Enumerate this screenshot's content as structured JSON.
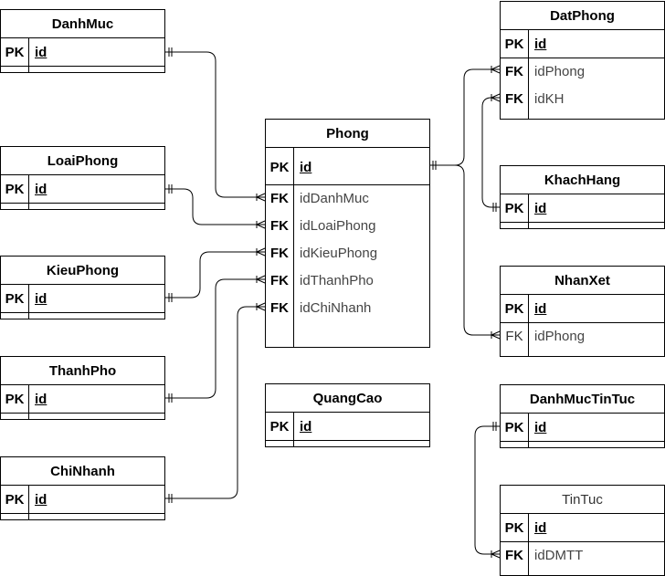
{
  "entities": {
    "danhmuc": {
      "title": "DanhMuc",
      "pk": "PK",
      "id": "id"
    },
    "loaiphong": {
      "title": "LoaiPhong",
      "pk": "PK",
      "id": "id"
    },
    "kieuphong": {
      "title": "KieuPhong",
      "pk": "PK",
      "id": "id"
    },
    "thanhpho": {
      "title": "ThanhPho",
      "pk": "PK",
      "id": "id"
    },
    "chinhanh": {
      "title": "ChiNhanh",
      "pk": "PK",
      "id": "id"
    },
    "phong": {
      "title": "Phong",
      "pk": "PK",
      "id": "id",
      "fk": "FK",
      "fields": [
        "idDanhMuc",
        "idLoaiPhong",
        "idKieuPhong",
        "idThanhPho",
        "idChiNhanh"
      ]
    },
    "quangcao": {
      "title": "QuangCao",
      "pk": "PK",
      "id": "id"
    },
    "datphong": {
      "title": "DatPhong",
      "pk": "PK",
      "id": "id",
      "fk": "FK",
      "fields": [
        "idPhong",
        "idKH"
      ]
    },
    "khachhang": {
      "title": "KhachHang",
      "pk": "PK",
      "id": "id"
    },
    "nhanxet": {
      "title": "NhanXet",
      "pk": "PK",
      "id": "id",
      "fk": "FK",
      "fields": [
        "idPhong"
      ]
    },
    "danhmuctintuc": {
      "title": "DanhMucTinTuc",
      "pk": "PK",
      "id": "id"
    },
    "tintuc": {
      "title": "TinTuc",
      "pk": "PK",
      "id": "id",
      "fk": "FK",
      "fields": [
        "idDMTT"
      ]
    }
  }
}
